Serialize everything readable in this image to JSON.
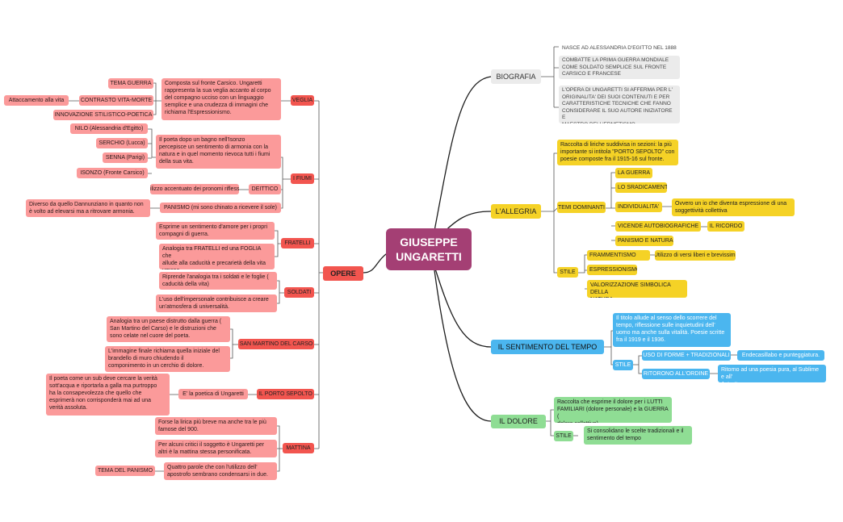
{
  "center": "GIUSEPPE\nUNGARETTI",
  "biografia": {
    "label": "BIOGRAFIA",
    "items": [
      "NASCE AD ALESSANDRIA D'EGITTO NEL 1888",
      "COMBATTE LA PRIMA GUERRA MONDIALE\nCOME SOLDATO SEMPLICE SUL FRONTE\nCARSICO E FRANCESE",
      "L'OPERA DI UNGARETTI SI AFFERMA PER L'\nORIGINALITA' DEI SUOI CONTENUTI E PER\nCARATTERISTICHE TECNICHE CHE FANNO\nCONSIDERARE IL SUO AUTORE INIZIATORE E\nMAESTRO DELL'ERMETISMO"
    ]
  },
  "allegria": {
    "label": "L'ALLEGRIA",
    "desc": "Raccolta di liriche suddivisa in sezioni: la più\nimportante si intitola \"PORTO SEPOLTO\" con\npoesie composte fra il 1915-16 sul fronte.",
    "temi_label": "TEMI DOMINANTI",
    "temi": [
      "LA GUERRA",
      "LO SRADICAMENTO",
      "INDIVIDUALITA'",
      "VICENDE AUTOBIOGRAFICHE",
      "PANISMO E NATURA"
    ],
    "individualita_note": "Ovvero un io che diventa espressione di una\nsoggettività collettiva",
    "ricordo": "IL RICORDO",
    "stile_label": "STILE",
    "stile": [
      "FRAMMENTISMO",
      "ESPRESSIONISMO",
      "VALORIZZAZIONE SIMBOLICA DELLA\nNATURA"
    ],
    "frammentismo_note": "Utilizzo di versi liberi e brevissimi"
  },
  "sentimento": {
    "label": "IL SENTIMENTO DEL TEMPO",
    "desc": "Il titolo allude al senso dello scorrere del\ntempo, riflessione sulle inquietudini dell'\nuomo ma anche sulla vitalità. Poesie scritte\nfra il 1919 e il 1936.",
    "stile_label": "STILE",
    "stile": [
      "USO DI FORME + TRADIZIONALI",
      "RITORONO ALL'ORDINE"
    ],
    "forme_note": "Endecasillabo e punteggiatura.",
    "ordine_note": "Ritorno ad una poesia pura, al Sublime e all'\nAstratto."
  },
  "dolore": {
    "label": "IL DOLORE",
    "desc": "Raccolta che esprime il dolore per i LUTTI\nFAMILIARI (dolore personale) e la GUERRA (\ndolore collettivo)",
    "stile_label": "STILE",
    "stile_note": "Si consolidano le scelte tradizionali e il\nsentimento del tempo"
  },
  "opere": {
    "label": "OPERE",
    "veglia": {
      "label": "VEGLIA",
      "desc": "Composta sul fronte Carsico. Ungaretti\nrappresenta la sua veglia accanto al corpo\ndel compagno ucciso con un linguaggio\nsemplice e una crudezza di immagini che\nrichiama l'Espressionismo.",
      "tema": "TEMA GUERRA",
      "contrasto": "CONTRASTO VITA-MORTE",
      "attaccamento": "Attaccamento alla vita",
      "innovazione": "INNOVAZIONE STILISTICO-POETICA"
    },
    "fiumi": {
      "label": "I FIUMI",
      "rivers": [
        "NILO (Alessandria d'Egitto)",
        "SERCHIO (Lucca)",
        "SENNA (Parigi)",
        "ISONZO (Fronte Carsico)"
      ],
      "desc": "Il poeta dopo un bagno nell'Isonzo\npercepisce un sentimento di armonia con la\nnatura e in quel momento rievoca tutti i fiumi\ndella sua vita.",
      "deittico": "DEITTICO",
      "pronomi": "Utilizzo accentuato dei pronomi riflessivi",
      "panismo": "PANISMO (mi sono chinato a ricevere il sole)",
      "dannunzio": "Diverso da quello Dannunziano in quanto non\nè volto ad elevarsi ma a ritrovare armonia."
    },
    "fratelli": {
      "label": "FRATELLI",
      "items": [
        "Esprime un sentimento d'amore per i propri\ncompagni di guerra.",
        "Analogia tra FRATELLI ed una FOGLIA che\nallude alla caducità e precarietà della vita\numana."
      ]
    },
    "soldati": {
      "label": "SOLDATI",
      "items": [
        "Riprende l'analogia tra i soldati e le foglie (\ncaducità della vita)",
        "L'uso dell'impersonale contribuisce a creare\nun'atmosfera di universalità."
      ]
    },
    "sanmartino": {
      "label": "SAN MARTINO DEL CARSO",
      "items": [
        "Analogia tra un paese distrutto dalla guerra (\nSan Martino del Carso) e le distruzioni che\nsono celate nel cuore del poeta.",
        "L'immagine finale richiama quella iniziale del\nbrandello di muro chiudendo il\ncomponimento in un cerchio di dolore."
      ]
    },
    "porto": {
      "label": "IL PORTO SEPOLTO",
      "poetica": "E' la poetica di Ungaretti",
      "desc": "Il poeta come un sub deve cercare la verità\nsott'acqua e riportarla a galla ma purtroppo\nha la consapevolezza che quello che\nesprimerà non corrisponderà mai ad una\nverità assoluta."
    },
    "mattina": {
      "label": "MATTINA",
      "items": [
        "Forse la lirica più breve ma anche tra le più\nfamose del 900.",
        "Per alcuni critici il soggetto è Ungaretti per\naltri è la mattina stessa personificata.",
        "Quattro parole che con l'utilizzo dell'\napostrofo sembrano condensarsi in due."
      ],
      "tema": "TEMA DEL PANISMO"
    }
  }
}
